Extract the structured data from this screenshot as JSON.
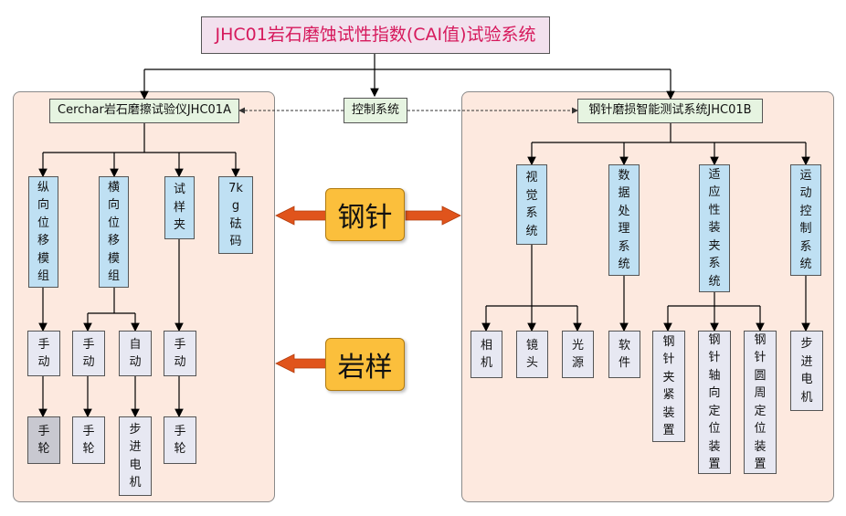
{
  "title": "JHC01岩石磨蚀试性指数(CAI值)试验系统",
  "control": "控制系统",
  "left": {
    "root": "Cerchar岩石磨擦试验仪JHC01A",
    "modules": [
      "纵向位移模组",
      "横向位移模组",
      "试样夹",
      "7kg砝码"
    ],
    "mid": [
      "手动",
      "手动",
      "自动",
      "手动"
    ],
    "bottom": [
      "手轮",
      "手轮",
      "步进电机",
      "手轮"
    ]
  },
  "right": {
    "root": "钢针磨损智能测试系统JHC01B",
    "modules": [
      "视觉系统",
      "数据处理系统",
      "适应性装夹系统",
      "运动控制系统"
    ],
    "leaves": [
      "相机",
      "镜头",
      "光源",
      "软件",
      "钢针夹紧装置",
      "钢针轴向定位装置",
      "钢针圆周定位装置",
      "步进电机"
    ]
  },
  "labels": {
    "needle": "钢针",
    "rock": "岩样"
  },
  "colors": {
    "title_text": "#d6195c",
    "accent": "#fbbf3c",
    "arrow": "#e0541c"
  }
}
